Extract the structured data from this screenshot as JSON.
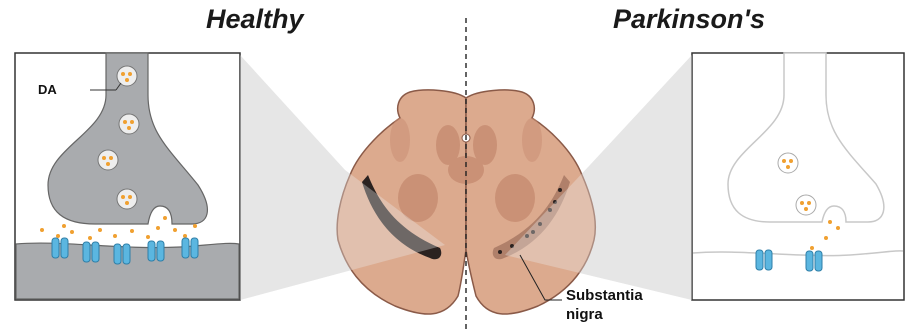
{
  "titles": {
    "healthy": "Healthy",
    "parkinsons": "Parkinson's"
  },
  "labels": {
    "dopamine": "DA",
    "substantia_nigra_line1": "Substantia",
    "substantia_nigra_line2": "nigra"
  },
  "colors": {
    "brain_fill": "#dcaa8e",
    "brain_inner": "#c98f74",
    "brain_outline": "#8a5a48",
    "neurons": "#2b2220",
    "synapse_healthy": "#a9abae",
    "synapse_pd": "#ffffff",
    "receptor": "#5bb6e0",
    "dopamine": "#f0a030",
    "zoom_cone": "#d9d9d9"
  }
}
